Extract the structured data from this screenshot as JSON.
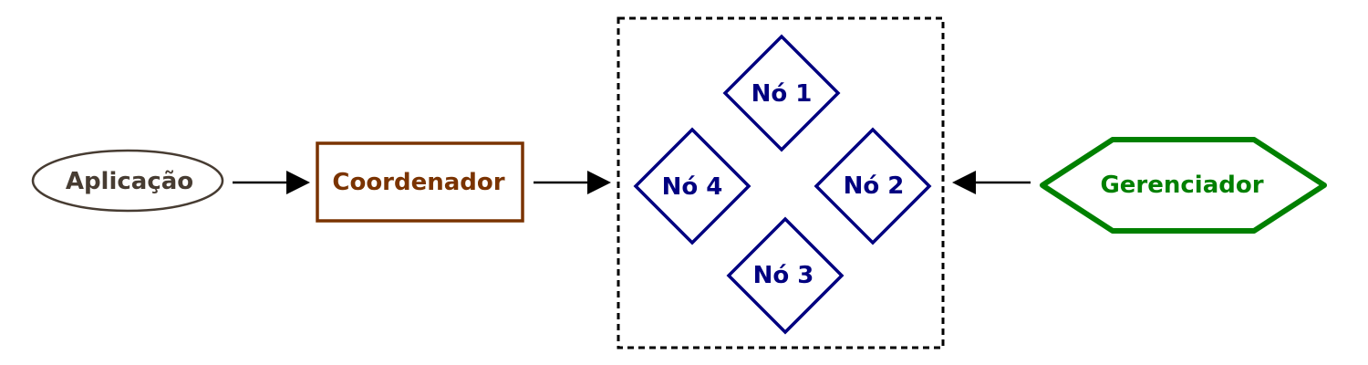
{
  "colors": {
    "aplicacao": "#473c32",
    "coordenador": "#7a3300",
    "nodes": "#000080",
    "gerenciador": "#008000",
    "arrows": "#000000",
    "cluster": "#000000"
  },
  "nodes": {
    "aplicacao": {
      "label": "Aplicação",
      "shape": "ellipse"
    },
    "coordenador": {
      "label": "Coordenador",
      "shape": "rectangle"
    },
    "no1": {
      "label": "Nó 1",
      "shape": "diamond"
    },
    "no2": {
      "label": "Nó 2",
      "shape": "diamond"
    },
    "no3": {
      "label": "Nó 3",
      "shape": "diamond"
    },
    "no4": {
      "label": "Nó 4",
      "shape": "diamond"
    },
    "gerenciador": {
      "label": "Gerenciador",
      "shape": "hexagon"
    }
  },
  "edges": [
    {
      "from": "aplicacao",
      "to": "coordenador"
    },
    {
      "from": "coordenador",
      "to": "cluster"
    },
    {
      "from": "gerenciador",
      "to": "cluster"
    }
  ],
  "cluster": {
    "style": "dashed",
    "members": [
      "no1",
      "no2",
      "no3",
      "no4"
    ]
  }
}
